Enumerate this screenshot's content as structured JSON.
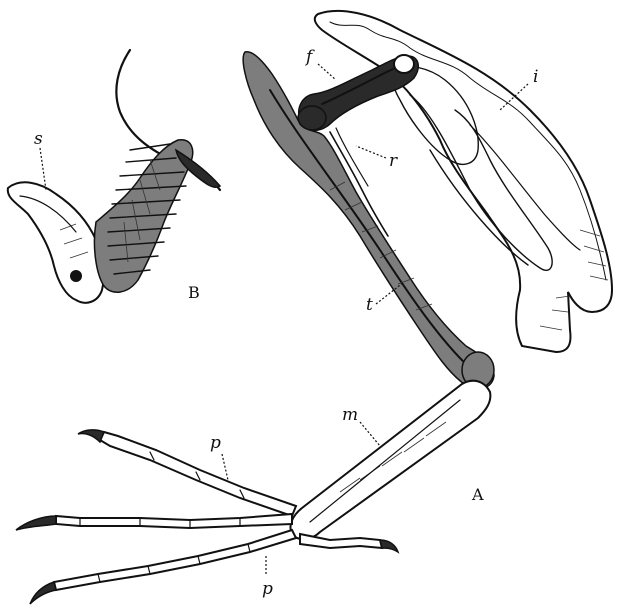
{
  "figure": {
    "labels": {
      "f": "f",
      "i": "i",
      "r": "r",
      "t": "t",
      "m": "m",
      "p_upper": "p",
      "p_lower": "p",
      "s": "s",
      "A": "A",
      "B": "B"
    }
  }
}
